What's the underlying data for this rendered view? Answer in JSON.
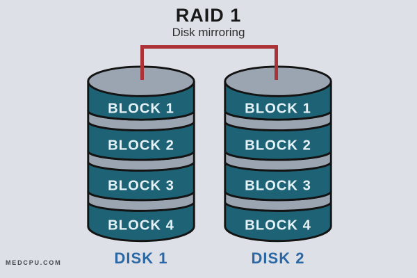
{
  "title": "RAID 1",
  "subtitle": "Disk mirroring",
  "watermark": "MEDCPU.COM",
  "colors": {
    "background": "#dde0e6",
    "disk_body": "#1e6375",
    "disk_top": "#9aa5b1",
    "outline": "#131313",
    "connector": "#ab3338",
    "block_text": "#e4f2f7",
    "disk_label_text": "#2a67a4"
  },
  "connector": {
    "type": "mirror-link",
    "from": "DISK 1",
    "to": "DISK 2"
  },
  "disks": [
    {
      "label": "DISK 1",
      "blocks": [
        "BLOCK 1",
        "BLOCK 2",
        "BLOCK 3",
        "BLOCK 4"
      ]
    },
    {
      "label": "DISK 2",
      "blocks": [
        "BLOCK 1",
        "BLOCK 2",
        "BLOCK 3",
        "BLOCK 4"
      ]
    }
  ]
}
